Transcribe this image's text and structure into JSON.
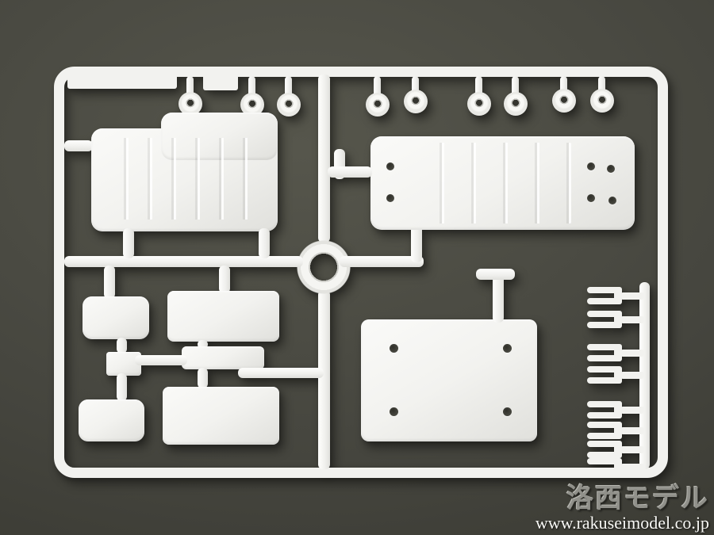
{
  "scene": {
    "type": "photograph",
    "description": "White injection-molded plastic model-kit sprue (parts runner) lying on a dark gray-olive background",
    "parts": [
      "sprue-frame",
      "molded-label-plate",
      "grommet-bushing (x9, top row)",
      "ribbed-roof-panel (top left)",
      "ribbed-chassis-panel (top right)",
      "center-alignment-ring",
      "flat-plates (x6, bottom left)",
      "base-plate-with-holes (bottom right)",
      "fork-clips (x8, right column)"
    ]
  },
  "watermark": {
    "brand": "洛西モデル",
    "url": "www.rakuseimodel.co.jp"
  },
  "colors": {
    "background_light": "#56564c",
    "background_mid": "#45453e",
    "background_dark": "#2e2e28",
    "plastic": "#f2f2ef",
    "plastic_shadow": "#e0e0dc",
    "hole": "#35352f",
    "watermark_brand": "#90908a",
    "watermark_url": "#f8f8f5"
  }
}
